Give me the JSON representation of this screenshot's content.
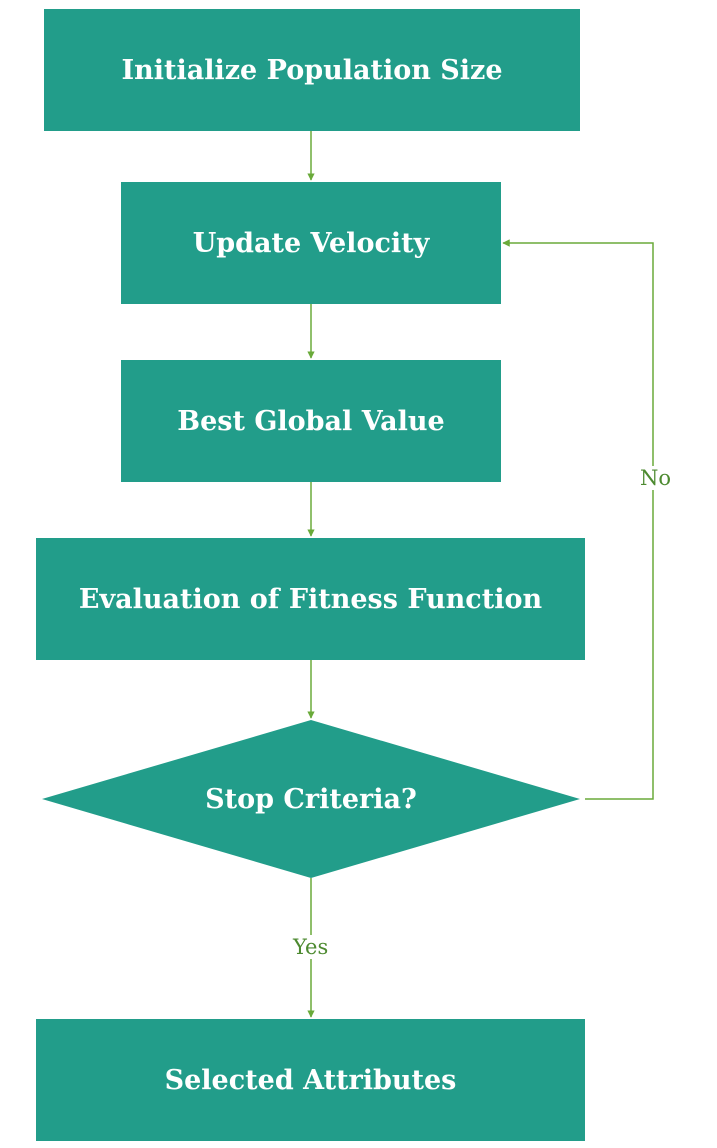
{
  "colors": {
    "box_fill": "#229d8a",
    "box_text": "#ffffff",
    "connector": "#6aaa3a",
    "edge_label": "#4d8a30"
  },
  "nodes": {
    "init": "Initialize Population Size",
    "velocity": "Update Velocity",
    "global_best": "Best Global Value",
    "fitness": "Evaluation of Fitness Function",
    "stop": "Stop Criteria?",
    "selected": "Selected Attributes"
  },
  "edges": {
    "no": "No",
    "yes": "Yes"
  }
}
